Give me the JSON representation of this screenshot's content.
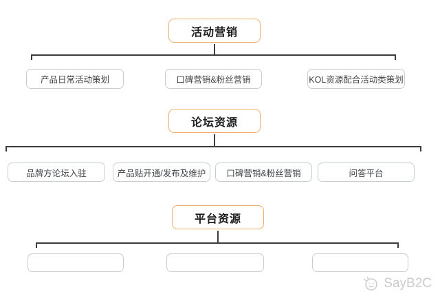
{
  "sections": [
    {
      "title": "活动营销",
      "children": [
        "产品日常活动策划",
        "口碑营销&粉丝营销",
        "KOL资源配合活动类策划"
      ]
    },
    {
      "title": "论坛资源",
      "children": [
        "品牌方论坛入驻",
        "产品贴开通/发布及维护",
        "口碑营销&粉丝营销",
        "问答平台"
      ]
    },
    {
      "title": "平台资源",
      "children": [
        "",
        "",
        ""
      ]
    }
  ],
  "watermark": {
    "label": "SayB2C",
    "icon": "mascot-speaker-icon"
  },
  "colors": {
    "title_border": "#f0ad69",
    "child_border": "#c7ced3",
    "connector": "#3b3b3b",
    "watermark": "#cbcbcb",
    "background": "#ffffff"
  }
}
